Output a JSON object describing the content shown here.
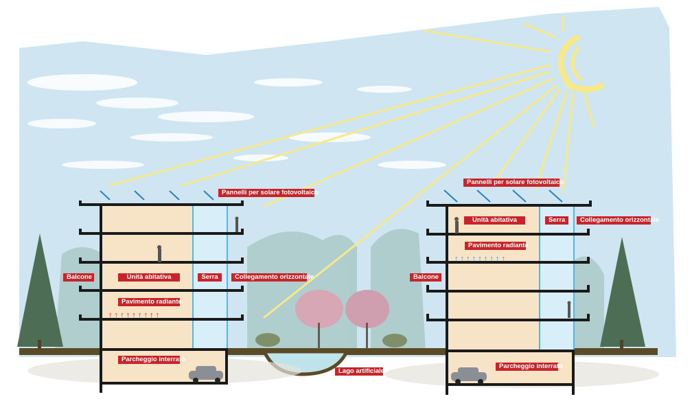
{
  "labels": {
    "left": {
      "solar_panels": "Pannelli per solare fotovoltaico",
      "balcony": "Balcone",
      "housing_unit": "Unità abitativa",
      "greenhouse": "Serra",
      "horizontal_link": "Collegamento orizzontale",
      "radiant_floor": "Pavimento radiante",
      "underground_parking": "Parcheggio interrato"
    },
    "right": {
      "solar_panels": "Pannelli per solare fotovoltaico",
      "housing_unit": "Unità abitativa",
      "greenhouse": "Serra",
      "horizontal_link": "Collegamento orizzontale",
      "radiant_floor": "Pavimento radiante",
      "balcony": "Balcone",
      "underground_parking": "Parcheggio interrato"
    },
    "lake": "Lago artificiale"
  },
  "colors": {
    "label_bg": "#c8252b",
    "sky": "#cfe6f2",
    "sun": "#f6e98a",
    "interior": "#f7e3c6",
    "greenhouse": "#d8eef8",
    "ground": "#5a4a25",
    "heat_arrow_warm": "#e02020",
    "heat_arrow_cool": "#2a9ad8"
  }
}
